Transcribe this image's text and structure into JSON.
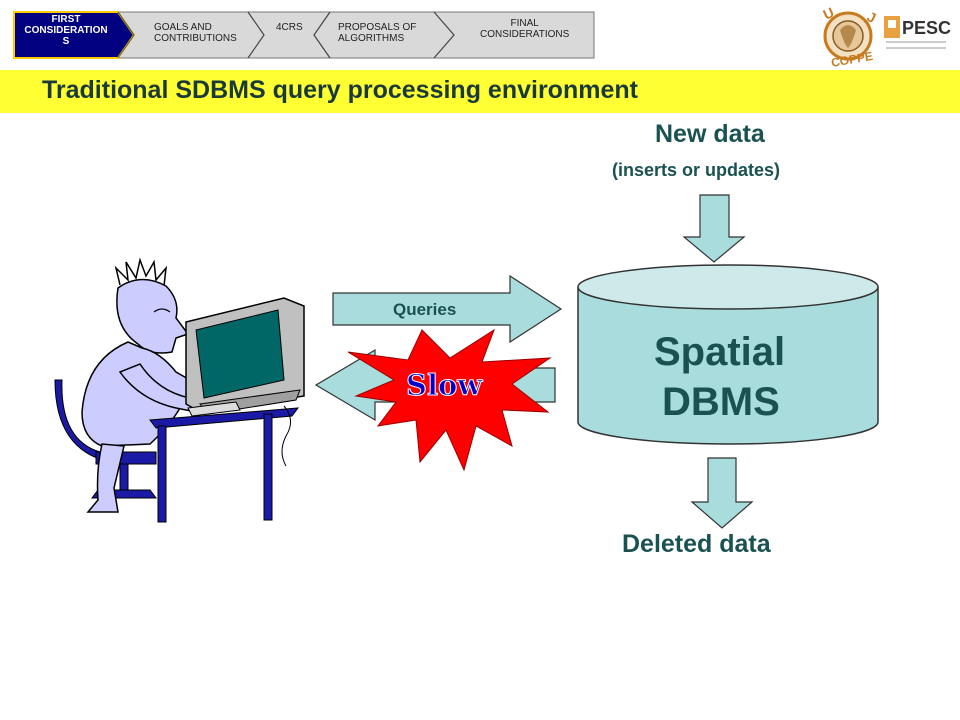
{
  "nav": {
    "items": [
      {
        "label": "FIRST\nCONSIDERATION\nS",
        "active": true
      },
      {
        "label": "GOALS AND\nCONTRIBUTIONS",
        "active": false
      },
      {
        "label": "4CRS",
        "active": false
      },
      {
        "label": "PROPOSALS OF\nALGORITHMS",
        "active": false
      },
      {
        "label": "FINAL\nCONSIDERATIONS",
        "active": false
      }
    ]
  },
  "logos": {
    "ufrj": "UFRJ",
    "coppe": "COPPE",
    "pesc": "PESC",
    "pesc_subtitle": "Programa de Engenharia de Sistemas e Computação"
  },
  "title": "Traditional SDBMS query processing environment",
  "diagram": {
    "new_data": "New data",
    "new_data_sub": "(inserts or updates)",
    "queries": "Queries",
    "slow": "Slow",
    "db_line1": "Spatial",
    "db_line2": "DBMS",
    "deleted_data": "Deleted data"
  },
  "colors": {
    "title_bar": "#ffff33",
    "nav_active": "#000080",
    "database": "#a9dcdc",
    "arrow_fill": "#a9dcdc",
    "slow_star": "#ff0000",
    "slow_text": "#0000cc",
    "text_teal": "#1a5252",
    "person": "#ccccff",
    "chair_desk": "#1a1aa6",
    "monitor_screen": "#006666"
  }
}
